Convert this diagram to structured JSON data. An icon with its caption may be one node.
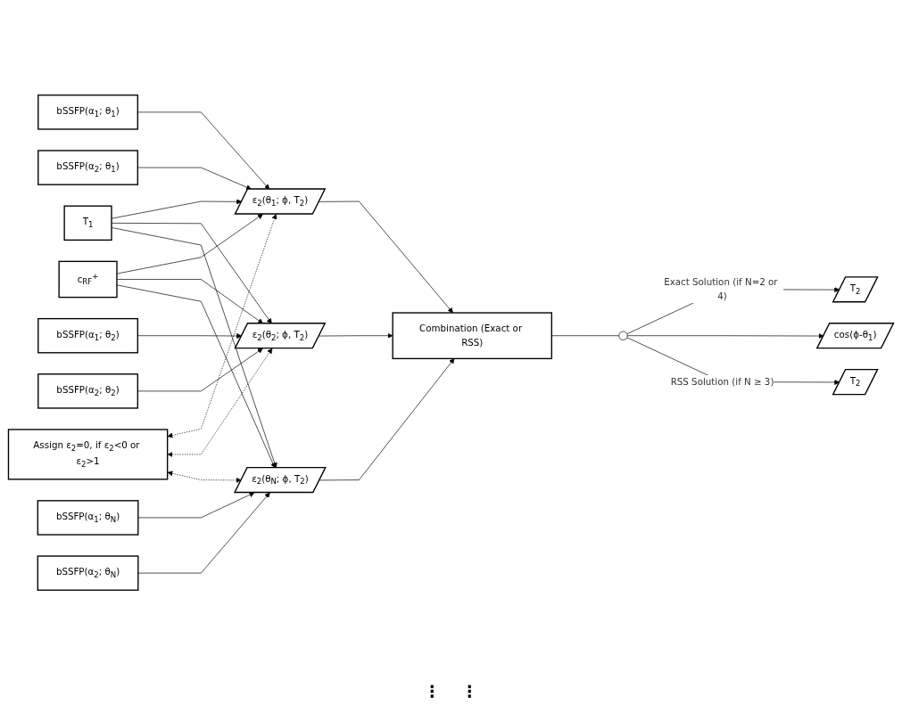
{
  "diagram": {
    "nodes": [
      {
        "text": [
          "T$_{1}$"
        ]
      },
      {
        "text": [
          "c$_{RF}$$^{+}$"
        ]
      },
      {
        "text": [
          "bSSFP(α$_{1}$; θ$_{1}$)"
        ]
      },
      {
        "text": [
          "bSSFP(α$_{2}$; θ$_{1}$)"
        ]
      },
      {
        "text": [
          "bSSFP(α$_{1}$; θ$_{2}$)"
        ]
      },
      {
        "text": [
          "bSSFP(α$_{2}$; θ$_{2}$)"
        ]
      },
      {
        "text": [
          "bSSFP(α$_{1}$; θ$_{N}$)"
        ]
      },
      {
        "text": [
          "bSSFP(α$_{2}$; θ$_{N}$)"
        ]
      },
      {
        "text": [
          "ε$_{2}$(θ$_{1}$; ϕ, T$_{2}$)"
        ]
      },
      {
        "text": [
          "ε$_{2}$(θ$_{2}$; ϕ, T$_{2}$)"
        ]
      },
      {
        "text": [
          "ε$_{2}$(θ$_{N}$; ϕ, T$_{2}$)"
        ]
      },
      {
        "text": [
          "Combination (Exact or RSS)"
        ]
      },
      {
        "text": [],
        "shape": "switch"
      },
      {
        "text": [
          "Assign ε$_{2}$=0, if ε$_{2}$<0 or ε$_{2}$>1"
        ]
      },
      {
        "text": [
          "T$_{2}$"
        ]
      },
      {
        "text": [
          "cos(ϕ-θ$_{1}$)"
        ]
      },
      {
        "text": [
          "T$_{2}$"
        ]
      }
    ],
    "edges": [
      {
        "from": 0,
        "to": 8,
        "arrow": "to"
      },
      {
        "from": 0,
        "to": 9,
        "arrow": "to"
      },
      {
        "from": 0,
        "to": 10,
        "arrow": "to"
      },
      {
        "from": 1,
        "to": 8,
        "arrow": "to"
      },
      {
        "from": 1,
        "to": 9,
        "arrow": "to"
      },
      {
        "from": 1,
        "to": 10,
        "arrow": "to"
      },
      {
        "from": 2,
        "to": 8,
        "arrow": "to"
      },
      {
        "from": 3,
        "to": 8,
        "arrow": "to"
      },
      {
        "from": 4,
        "to": 9,
        "arrow": "to"
      },
      {
        "from": 5,
        "to": 9,
        "arrow": "to"
      },
      {
        "from": 6,
        "to": 10,
        "arrow": "to"
      },
      {
        "from": 7,
        "to": 10,
        "arrow": "to"
      },
      {
        "from": 8,
        "to": 11,
        "arrow": "to"
      },
      {
        "from": 9,
        "to": 11,
        "arrow": "to"
      },
      {
        "from": 10,
        "to": 11,
        "arrow": "to"
      },
      {
        "from": 8,
        "to": 13,
        "arrow": "both",
        "style": "dashed"
      },
      {
        "from": 9,
        "to": 13,
        "arrow": "both",
        "style": "dashed"
      },
      {
        "from": 10,
        "to": 13,
        "arrow": "both",
        "style": "dashed"
      },
      {
        "from": 11,
        "to": 12,
        "arrow": "none"
      },
      {
        "from": 12,
        "to": 14,
        "arrow": "to",
        "label": "Exact Solution (if N=2 or 4)"
      },
      {
        "from": 12,
        "to": 15,
        "arrow": "to"
      },
      {
        "from": 12,
        "to": 16,
        "arrow": "to",
        "label": "RSS Solution (if N ≥ 3)"
      }
    ],
    "labels": [
      "⋮",
      "⋮"
    ]
  }
}
